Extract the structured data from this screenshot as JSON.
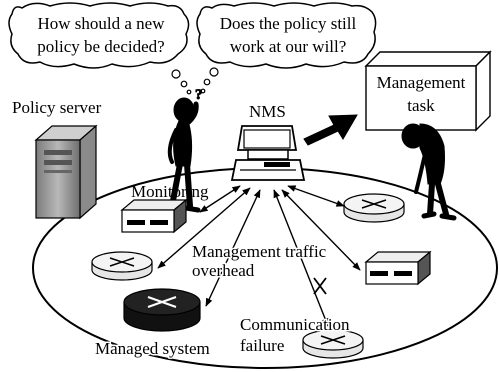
{
  "bubbles": [
    {
      "lines": [
        "How should a new",
        "policy be decided?"
      ]
    },
    {
      "lines": [
        "Does the policy still",
        "work at our will?"
      ]
    }
  ],
  "labels": {
    "policy_server": "Policy server",
    "nms": "NMS",
    "management_task": [
      "Management",
      "task"
    ],
    "monitoring": "Monitoring",
    "traffic": [
      "Management traffic",
      "overhead"
    ],
    "managed_system": "Managed system",
    "comm_failure": [
      "Communication",
      "failure"
    ]
  },
  "icons": [
    "thought-bubble",
    "puzzled-person-icon",
    "tired-person-icon",
    "server-tower-icon",
    "computer-icon",
    "router-icon",
    "switch-icon",
    "arrow-icon",
    "broken-link-icon"
  ],
  "colors": {
    "ink": "#000000",
    "paper": "#ffffff",
    "server_gray": "#9a9a9a",
    "router_gray": "#e6e6e6"
  }
}
